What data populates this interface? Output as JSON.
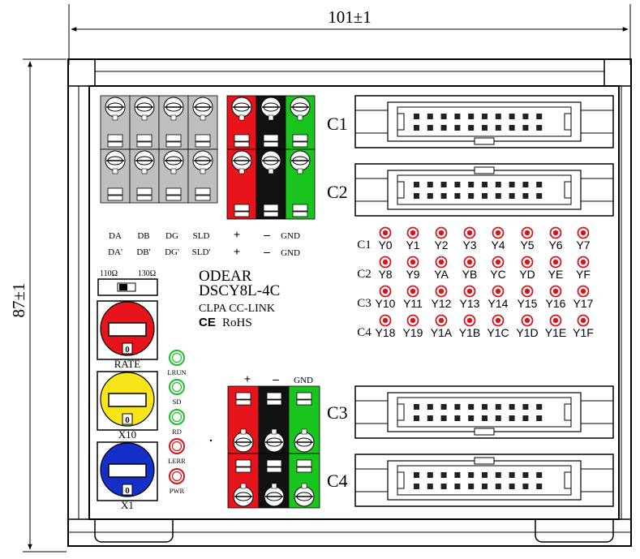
{
  "dimensions": {
    "width_label": "101±1",
    "height_label": "87±1"
  },
  "terminals": {
    "left_top_labels": [
      "DA",
      "DB",
      "DG",
      "SLD"
    ],
    "left_bottom_labels": [
      "DA'",
      "DB'",
      "DG'",
      "SLD'"
    ],
    "power_top_labels": [
      "+",
      "–",
      "GND"
    ],
    "power_bottom_labels": [
      "+",
      "–",
      "GND"
    ],
    "lower_power_labels": [
      "+",
      "–",
      "GND"
    ]
  },
  "connectors": [
    "C1",
    "C2",
    "C3",
    "C4"
  ],
  "switch": {
    "left_label": "110Ω",
    "right_label": "130Ω"
  },
  "device": {
    "brand": "ODEAR",
    "model": "DSCY8L-4C",
    "protocol": "CLPA CC-LINK",
    "ce_mark": "CE",
    "rohs": "RoHS"
  },
  "dials": [
    {
      "label": "RATE",
      "value": "0",
      "color": "#e8141b"
    },
    {
      "label": "X10",
      "value": "0",
      "color": "#f7e51a"
    },
    {
      "label": "X1",
      "value": "0",
      "color": "#1530c8"
    }
  ],
  "status_leds": [
    {
      "label": "LRUN",
      "color": "#1fbf2a"
    },
    {
      "label": "SD",
      "color": "#1fbf2a"
    },
    {
      "label": "RD",
      "color": "#1fbf2a"
    },
    {
      "label": "LERR",
      "color": "#d8141b"
    },
    {
      "label": "PWR",
      "color": "#d8141b"
    }
  ],
  "output_leds": [
    {
      "row_label": "C1",
      "labels": [
        "Y0",
        "Y1",
        "Y2",
        "Y3",
        "Y4",
        "Y5",
        "Y6",
        "Y7"
      ]
    },
    {
      "row_label": "C2",
      "labels": [
        "Y8",
        "Y9",
        "YA",
        "YB",
        "YC",
        "YD",
        "YE",
        "YF"
      ]
    },
    {
      "row_label": "C3",
      "labels": [
        "Y10",
        "Y11",
        "Y12",
        "Y13",
        "Y14",
        "Y15",
        "Y16",
        "Y17"
      ]
    },
    {
      "row_label": "C4",
      "labels": [
        "Y18",
        "Y19",
        "Y1A",
        "Y1B",
        "Y1C",
        "Y1D",
        "Y1E",
        "Y1F"
      ]
    }
  ],
  "colors": {
    "led_red": "#d8141b",
    "terminal_red": "#e8141b",
    "terminal_green": "#19c41f",
    "terminal_black": "#111111",
    "terminal_grey": "#bfbfbf"
  }
}
